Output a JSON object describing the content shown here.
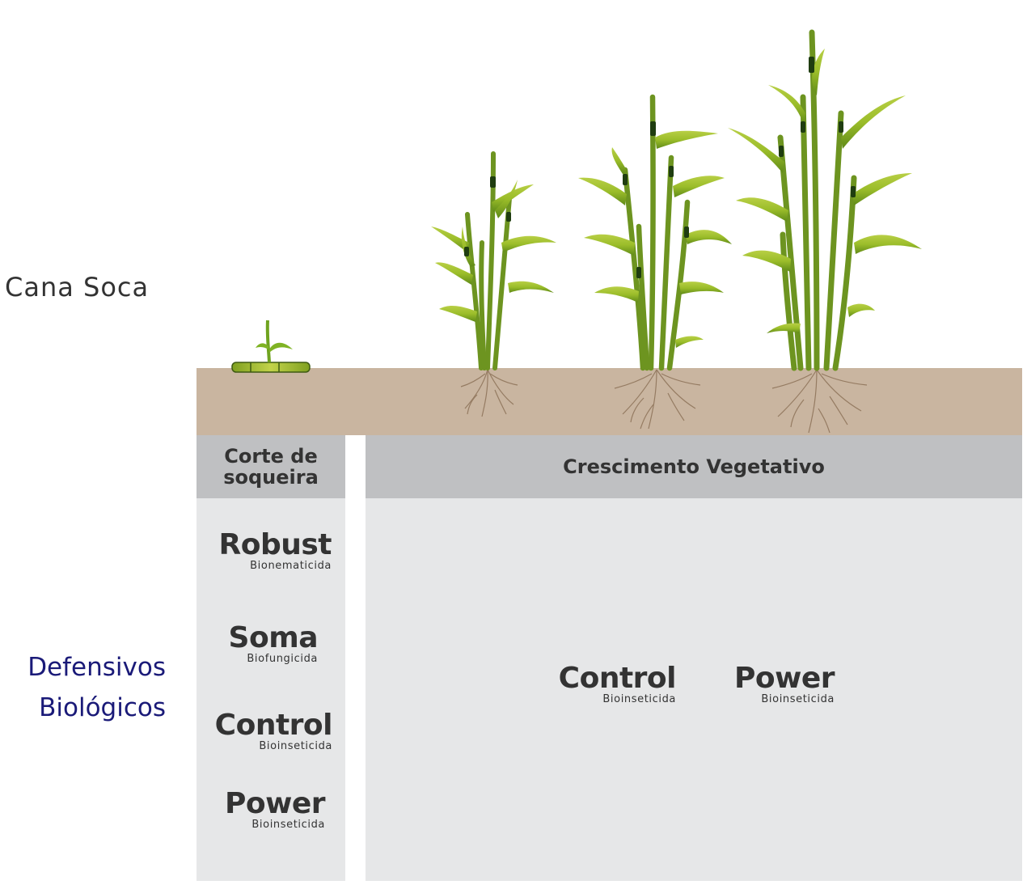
{
  "labels": {
    "cana_soca": "Cana Soca",
    "defensivos_line1": "Defensivos",
    "defensivos_line2": "Biológicos"
  },
  "stages": {
    "corte_line1": "Corte de",
    "corte_line2": "soqueira",
    "crescimento": "Crescimento Vegetativo"
  },
  "corte_products": [
    {
      "name": "Robust",
      "type": "Bionematicida"
    },
    {
      "name": "Soma",
      "type": "Biofungicida"
    },
    {
      "name": "Control",
      "type": "Bioinseticida"
    },
    {
      "name": "Power",
      "type": "Bioinseticida"
    }
  ],
  "crescimento_products": [
    {
      "name": "Control",
      "type": "Bioinseticida"
    },
    {
      "name": "Power",
      "type": "Bioinseticida"
    }
  ],
  "colors": {
    "soil": "#c9b5a0",
    "header_gray": "#bfc0c2",
    "panel_gray": "#e6e7e8",
    "text_dark": "#333333",
    "accent_navy": "#1a1a78",
    "leaf_green": "#9bbd2a",
    "leaf_dark": "#1f3d10",
    "root_brown": "#8c7258"
  }
}
